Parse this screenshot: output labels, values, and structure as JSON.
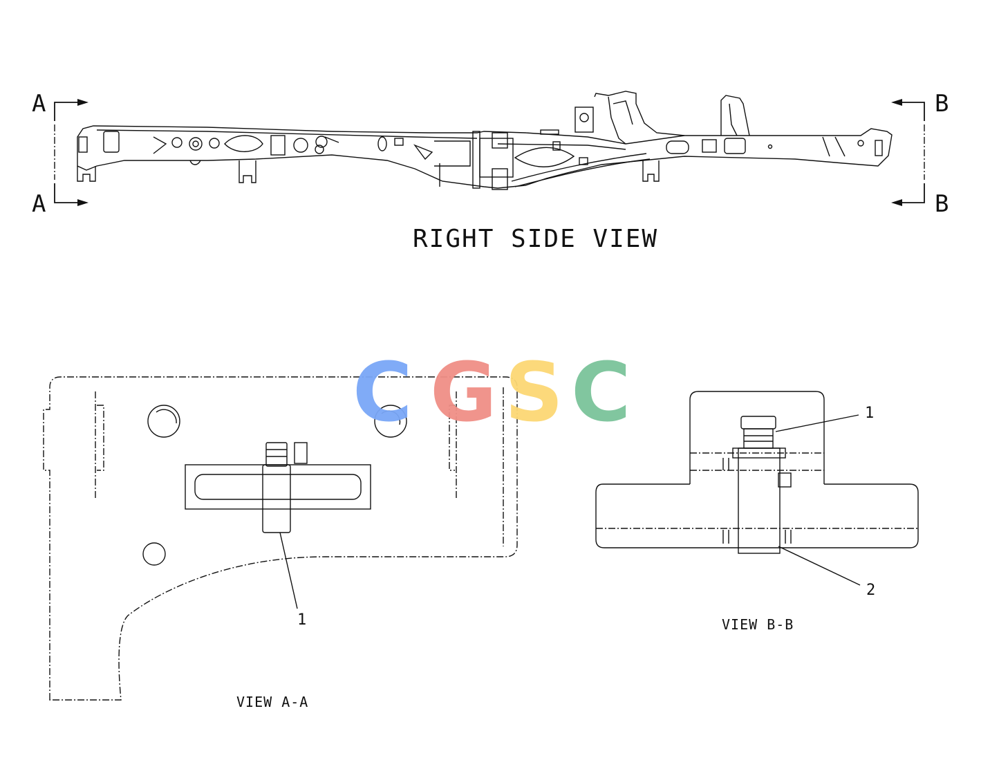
{
  "section_markers": {
    "a_top": "A",
    "a_bottom": "A",
    "b_top": "B",
    "b_bottom": "B"
  },
  "titles": {
    "right_side_view": "RIGHT SIDE VIEW",
    "view_aa": "VIEW A-A",
    "view_bb": "VIEW B-B"
  },
  "callouts": {
    "aa_item": "1",
    "bb_item_1": "1",
    "bb_item_2": "2"
  },
  "watermark": {
    "letters": [
      "C",
      "G",
      "S",
      "C"
    ],
    "colors": [
      "#7aa7f7",
      "#f08f86",
      "#fcd874",
      "#7bc49a"
    ]
  }
}
